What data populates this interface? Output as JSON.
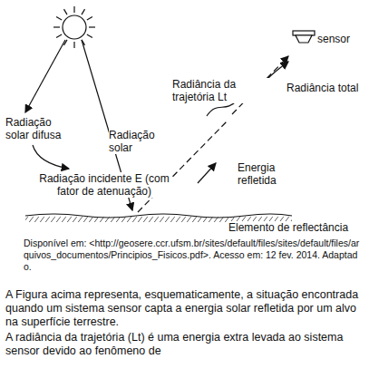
{
  "diagram": {
    "caption": "Disponível em: <http://geosere.ccr.ufsm.br/sites/default/files/sites/default/files/arquivos_documentos/Principios_Fisicos.pdf>. Acesso em: 12 fev. 2014. Adaptado.",
    "labels": [
      "sensor",
      "Radiação solar difusa",
      "Radiação solar",
      "Radiação incidente E (com fator de atenuação)",
      "Radiância da trajetória Lt",
      "Radiância total",
      "Energia refletida",
      "Elemento de reflectância",
      "A Figura acima representa, esquematicamente, a situação encontrada quando um sistema sensor capta a energia solar refletida por um alvo na superfície terrestre.",
      "A radiância da trajetória (Lt) é uma energia extra levada ao sistema sensor devido ao fenômeno de"
    ]
  }
}
